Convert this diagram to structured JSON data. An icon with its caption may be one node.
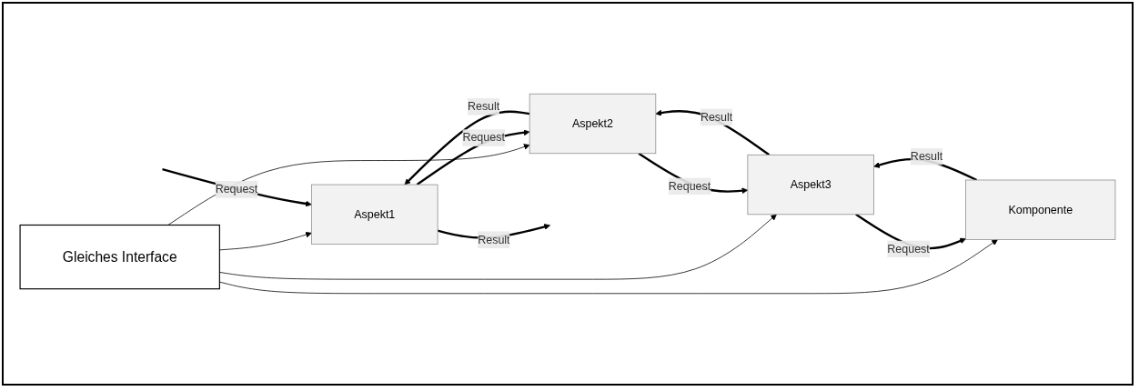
{
  "diagram": {
    "nodes": [
      {
        "text": [
          "Gleiches Interface"
        ]
      },
      {
        "text": [
          "Aspekt1"
        ]
      },
      {
        "text": [
          "Aspekt2"
        ]
      },
      {
        "text": [
          "Aspekt3"
        ]
      },
      {
        "text": [
          "Komponente"
        ]
      }
    ],
    "edges": [
      {
        "from": 0,
        "to": 1,
        "arrow": "to"
      },
      {
        "from": 0,
        "to": 2,
        "arrow": "to"
      },
      {
        "from": 0,
        "to": 3,
        "arrow": "to"
      },
      {
        "from": 0,
        "to": 4,
        "arrow": "to"
      },
      {
        "from": null,
        "to": 1,
        "arrow": "to",
        "label": "Request"
      },
      {
        "from": 1,
        "to": 2,
        "arrow": "to",
        "label": "Request"
      },
      {
        "from": 2,
        "to": 3,
        "arrow": "to",
        "label": "Request"
      },
      {
        "from": 3,
        "to": 4,
        "arrow": "to",
        "label": "Request"
      },
      {
        "from": 1,
        "to": null,
        "arrow": "to",
        "label": "Result"
      },
      {
        "from": 2,
        "to": 1,
        "arrow": "to",
        "label": "Result"
      },
      {
        "from": 3,
        "to": 2,
        "arrow": "to",
        "label": "Result"
      },
      {
        "from": 4,
        "to": 3,
        "arrow": "to",
        "label": "Result"
      }
    ]
  }
}
